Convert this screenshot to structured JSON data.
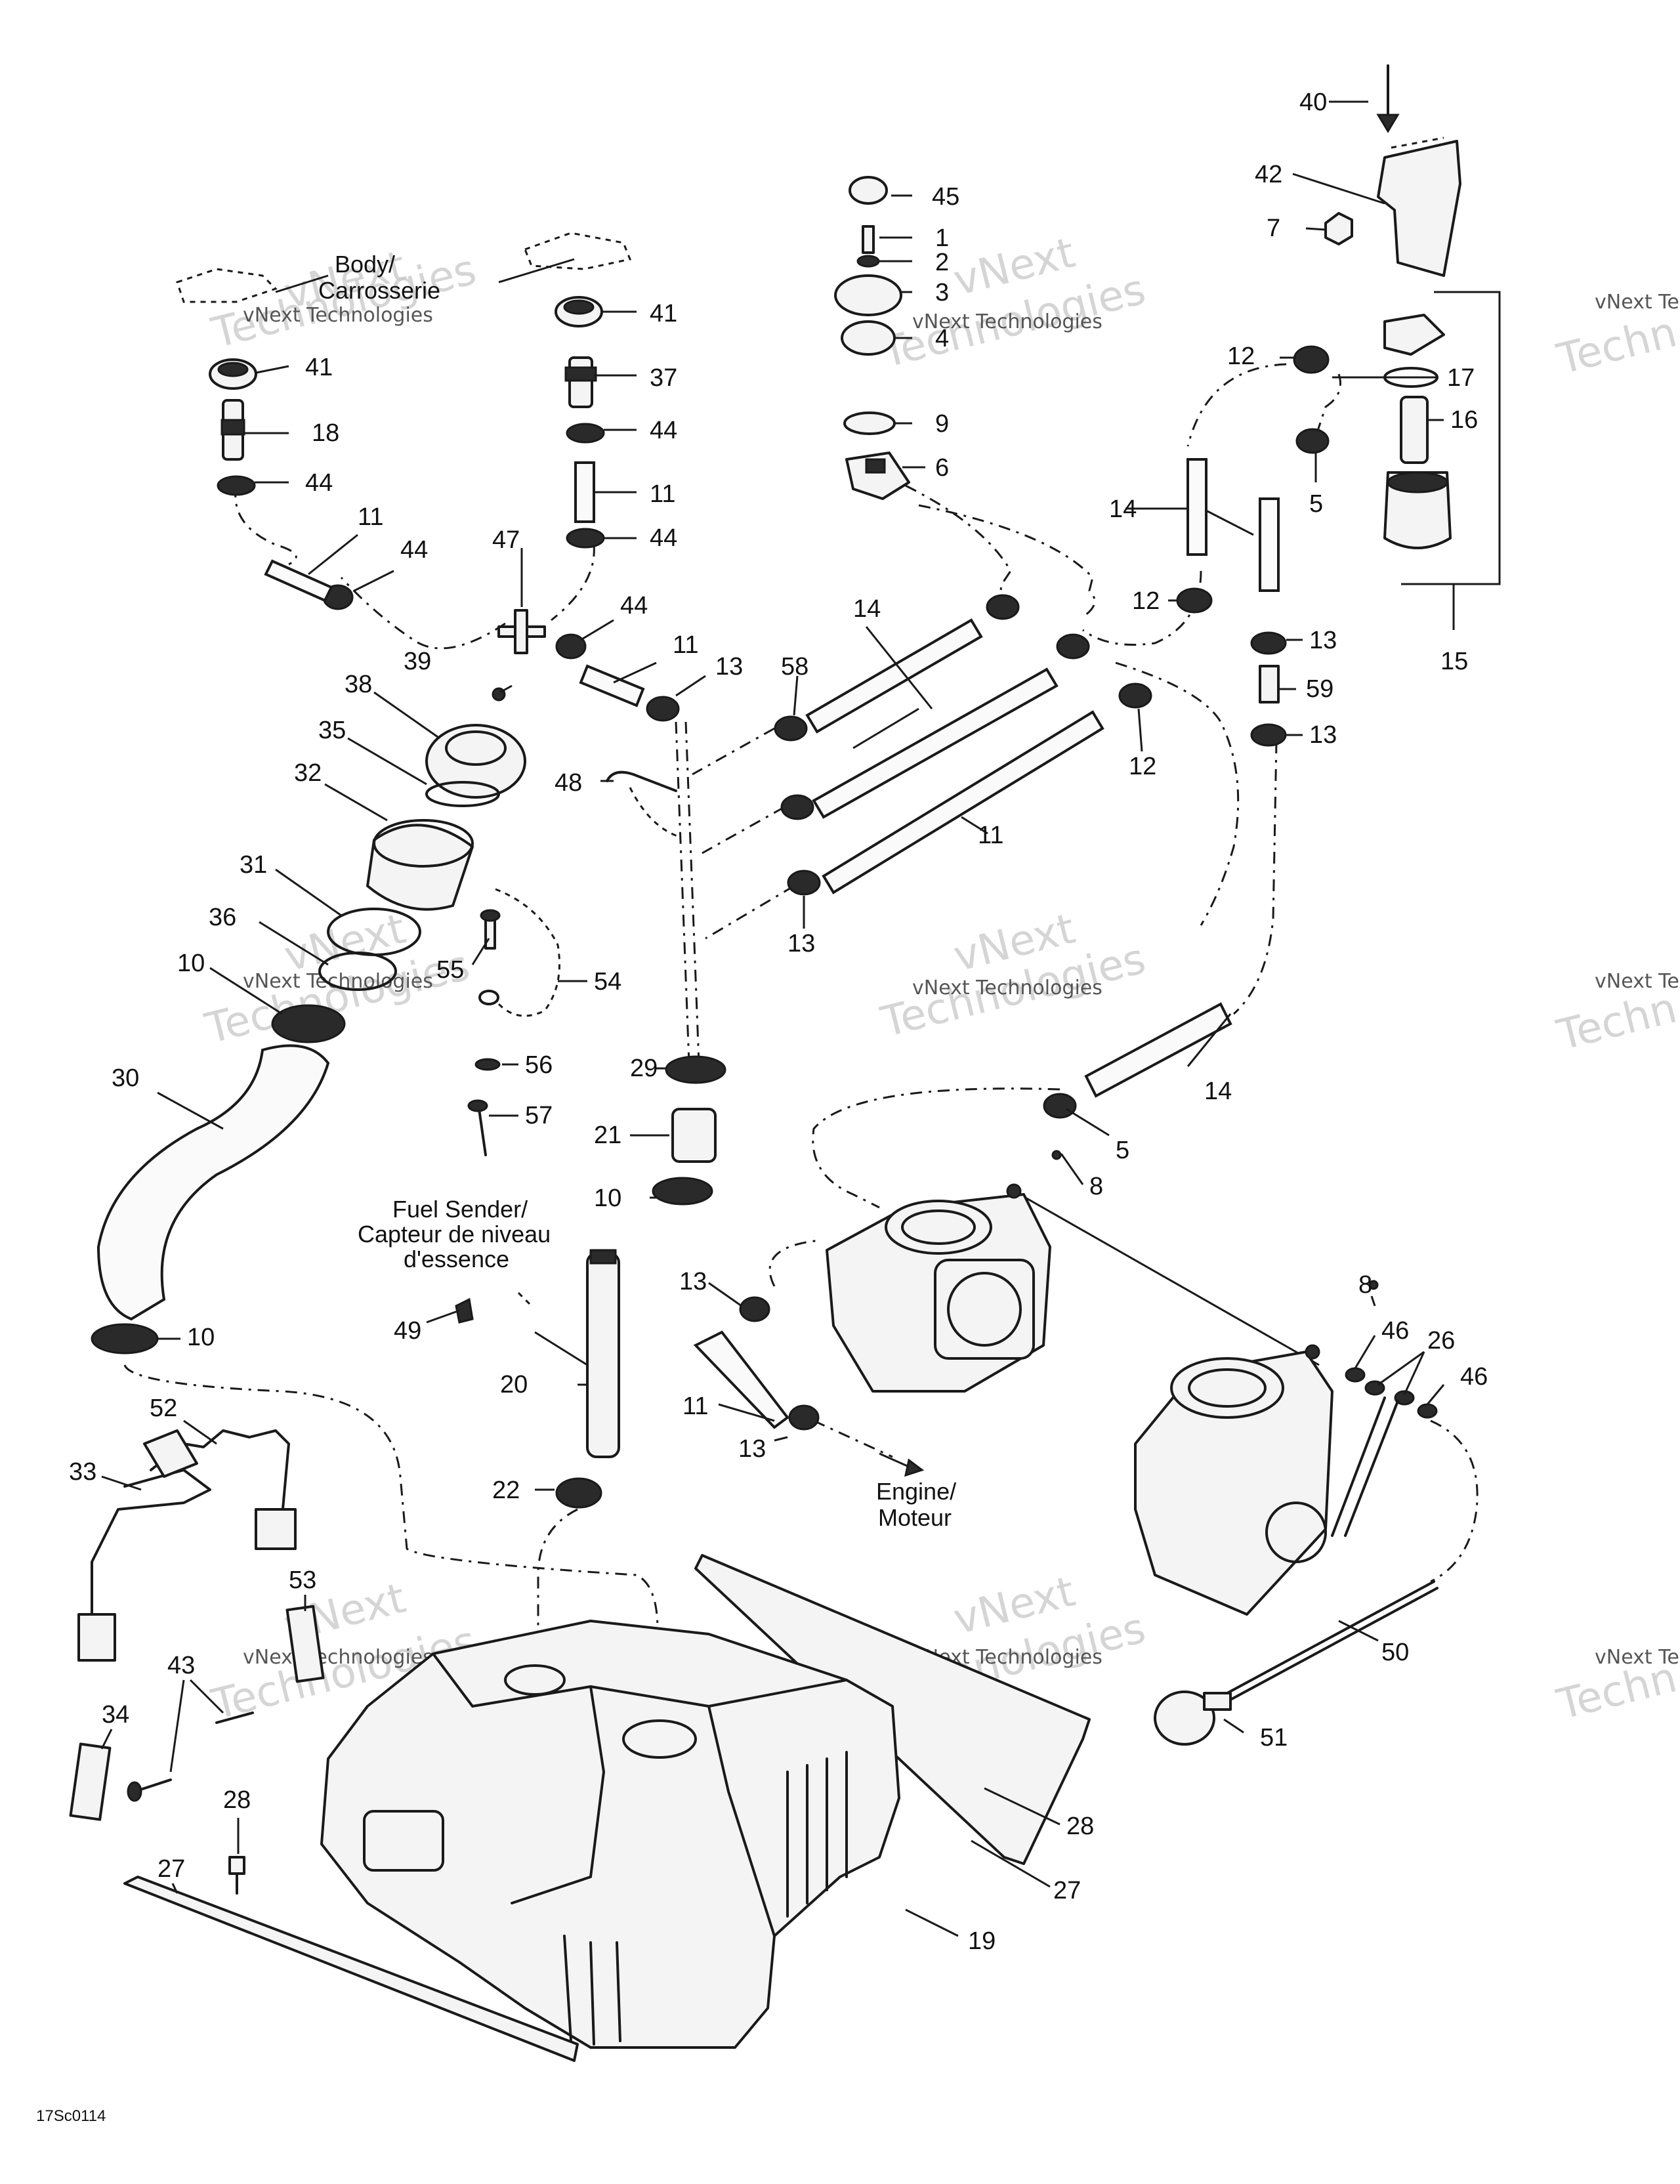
{
  "callouts": {
    "c40": "40",
    "c42": "42",
    "c7": "7",
    "c45": "45",
    "c1": "1",
    "c2": "2",
    "c3": "3",
    "c4": "4",
    "c41a": "41",
    "c41b": "41",
    "c37": "37",
    "c18": "18",
    "c44a": "44",
    "c44b": "44",
    "c44c": "44",
    "c44d": "44",
    "c44e": "44",
    "c11a": "11",
    "c11b": "11",
    "c11c": "11",
    "c11d": "11",
    "c11e": "11",
    "c47": "47",
    "c9": "9",
    "c6": "6",
    "c12a": "12",
    "c12b": "12",
    "c12c": "12",
    "c17": "17",
    "c16": "16",
    "c5a": "5",
    "c5b": "5",
    "c14a": "14",
    "c14b": "14",
    "c14c": "14",
    "c13a": "13",
    "c13b": "13",
    "c13c": "13",
    "c13d": "13",
    "c13e": "13",
    "c13f": "13",
    "c59": "59",
    "c15": "15",
    "c58": "58",
    "c39": "39",
    "c38": "38",
    "c35": "35",
    "c32": "32",
    "c48": "48",
    "c31": "31",
    "c36": "36",
    "c10a": "10",
    "c10b": "10",
    "c10c": "10",
    "c55": "55",
    "c54": "54",
    "c56": "56",
    "c57": "57",
    "c30": "30",
    "c29": "29",
    "c21": "21",
    "c8a": "8",
    "c8b": "8",
    "c46a": "46",
    "c46b": "46",
    "c26": "26",
    "c49": "49",
    "c20": "20",
    "c22": "22",
    "c52": "52",
    "c33": "33",
    "c53": "53",
    "c43": "43",
    "c34": "34",
    "c28a": "28",
    "c28b": "28",
    "c27a": "27",
    "c27b": "27",
    "c19": "19",
    "c50": "50",
    "c51": "51"
  },
  "labels": {
    "body_line1": "Body/",
    "body_line2": "Carrosserie",
    "sender_line1": "Fuel Sender/",
    "sender_line2": "Capteur de niveau",
    "sender_line3": "d'essence",
    "engine_line1": "Engine/",
    "engine_line2": "Moteur"
  },
  "watermark": {
    "small": "vNext Technologies",
    "big": "Technologies",
    "big_top": "vNext",
    "edge_small": "vNext Tec",
    "edge_big": "Techn"
  },
  "drawing_code": "17Sc0114"
}
